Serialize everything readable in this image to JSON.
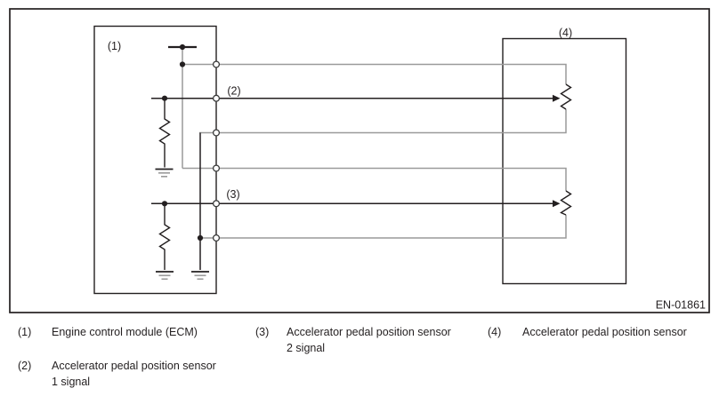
{
  "diagram": {
    "labels": {
      "ecm": "(1)",
      "signal1": "(2)",
      "signal2": "(3)",
      "sensor": "(4)"
    },
    "figure_code": "EN-01861",
    "colors": {
      "ink": "#231f20",
      "wire_gray": "#9a9a9a"
    }
  },
  "legend": {
    "items": [
      {
        "num": "(1)",
        "text": "Engine control module (ECM)"
      },
      {
        "num": "(2)",
        "text": "Accelerator pedal position sensor\n1 signal"
      },
      {
        "num": "(3)",
        "text": "Accelerator pedal position sensor\n2 signal"
      },
      {
        "num": "(4)",
        "text": "Accelerator pedal position sensor"
      }
    ]
  }
}
